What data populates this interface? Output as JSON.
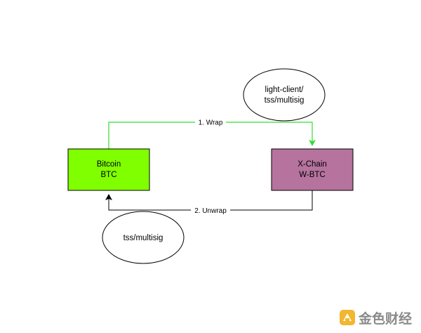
{
  "nodes": {
    "bitcoin": {
      "line1": "Bitcoin",
      "line2": "BTC",
      "fill": "#80ff00"
    },
    "xchain": {
      "line1": "X-Chain",
      "line2": "W-BTC",
      "fill": "#b5739d"
    },
    "light_client": {
      "line1": "light-client/",
      "line2": "tss/multisig"
    },
    "tss": {
      "line1": "tss/multisig"
    }
  },
  "edges": {
    "wrap": {
      "label": "1. Wrap",
      "color": "#33dd33"
    },
    "unwrap": {
      "label": "2. Unwrap",
      "color": "#000000"
    }
  },
  "watermark": {
    "text": "金色财经",
    "color": "#f2b630"
  }
}
